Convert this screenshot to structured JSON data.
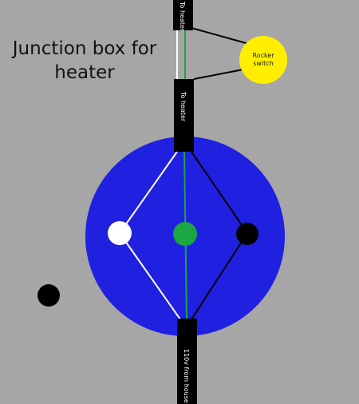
{
  "title": {
    "line1": "Junction box for",
    "line2": "heater"
  },
  "labels": {
    "cable_top": "To heater",
    "cable_middle": "To heater",
    "cable_bottom": "110v from house",
    "switch_line1": "Rocker",
    "switch_line2": "switch"
  },
  "colors": {
    "background": "#a6a6a6",
    "junction_box": "#2020e0",
    "switch": "#ffee00",
    "ground": "#1aa640",
    "cable": "#000000",
    "neutral": "#ffffff",
    "hot": "#000000"
  }
}
